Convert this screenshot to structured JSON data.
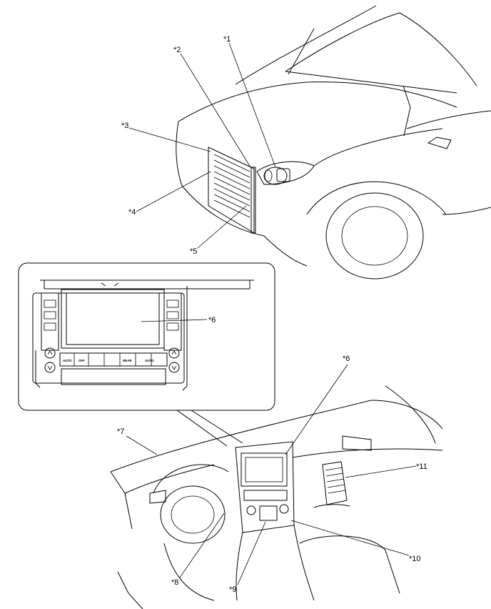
{
  "callouts": {
    "c1": "*1",
    "c2": "*2",
    "c3": "*3",
    "c4": "*4",
    "c5": "*5",
    "c6_inset": "*6",
    "c6_dash": "*6",
    "c7": "*7",
    "c8": "*8",
    "c9": "*9",
    "c10": "*10",
    "c11": "*11"
  },
  "control_panel": {
    "auto_label": "AUTO",
    "off_label": "OFF",
    "rear_label": "REAR",
    "auto2_label": "AUTO"
  }
}
